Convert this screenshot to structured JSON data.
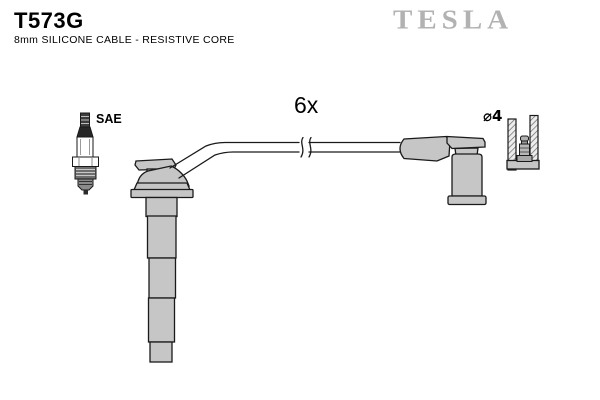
{
  "header": {
    "part_number": "T573G",
    "description": "8mm SILICONE CABLE - RESISTIVE CORE",
    "brand": "TESLA"
  },
  "diagram": {
    "quantity": "6x",
    "plug_standard": "SAE",
    "terminal_diameter": "⌀4"
  },
  "colors": {
    "background": "#ffffff",
    "outline": "#1a1a1a",
    "part_gray": "#c6c6c6",
    "logo_gray": "#b2b2b2"
  }
}
